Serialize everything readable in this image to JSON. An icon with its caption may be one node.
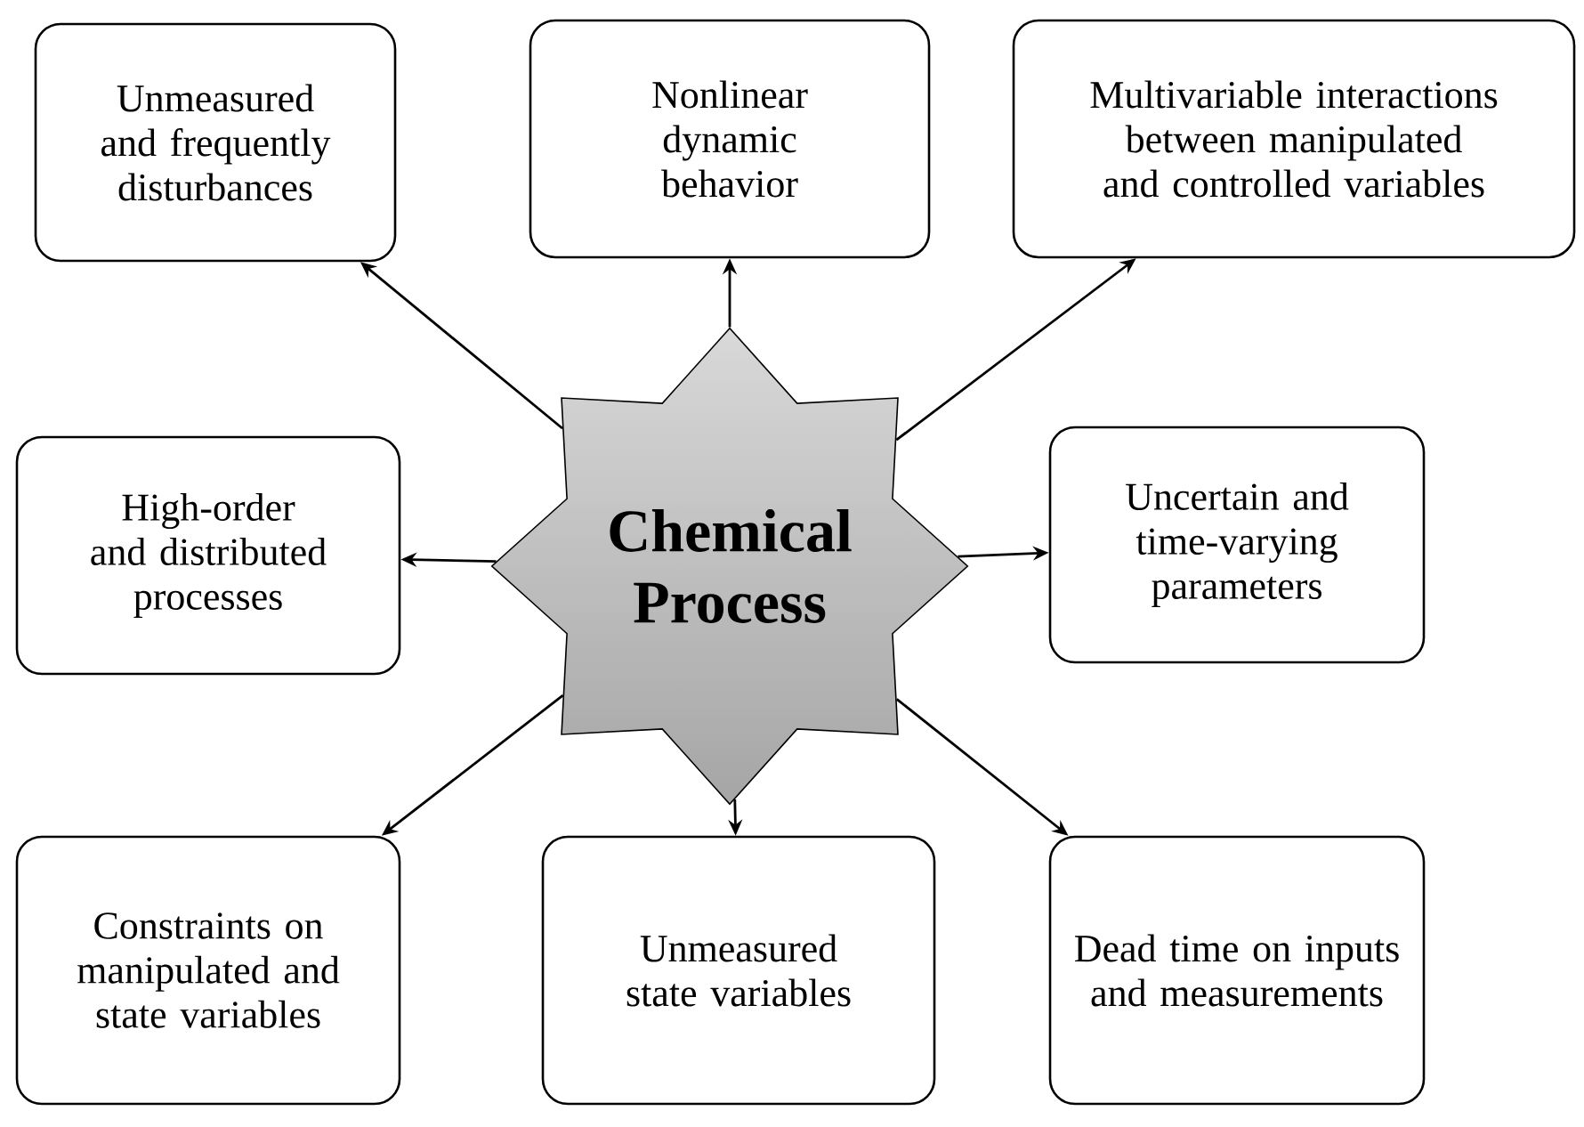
{
  "diagram": {
    "nodes": [
      {
        "text": [
          "Chemical Process"
        ]
      },
      {
        "text": [
          "Unmeasured and frequently disturbances"
        ]
      },
      {
        "text": [
          "Nonlinear dynamic behavior"
        ]
      },
      {
        "text": [
          "Multivariable interactions between manipulated and controlled variables"
        ]
      },
      {
        "text": [
          "High-order and distributed processes"
        ]
      },
      {
        "text": [
          "Uncertain and time-varying parameters"
        ]
      },
      {
        "text": [
          "Constraints on manipulated and state variables"
        ]
      },
      {
        "text": [
          "Unmeasured state variables"
        ]
      },
      {
        "text": [
          "Dead time on inputs and measurements"
        ]
      }
    ],
    "edges": [
      {
        "from": 0,
        "to": 1,
        "arrow": "to"
      },
      {
        "from": 0,
        "to": 2,
        "arrow": "to"
      },
      {
        "from": 0,
        "to": 3,
        "arrow": "to"
      },
      {
        "from": 0,
        "to": 4,
        "arrow": "to"
      },
      {
        "from": 0,
        "to": 5,
        "arrow": "to"
      },
      {
        "from": 0,
        "to": 6,
        "arrow": "to"
      },
      {
        "from": 0,
        "to": 7,
        "arrow": "to"
      },
      {
        "from": 0,
        "to": 8,
        "arrow": "to"
      }
    ]
  }
}
